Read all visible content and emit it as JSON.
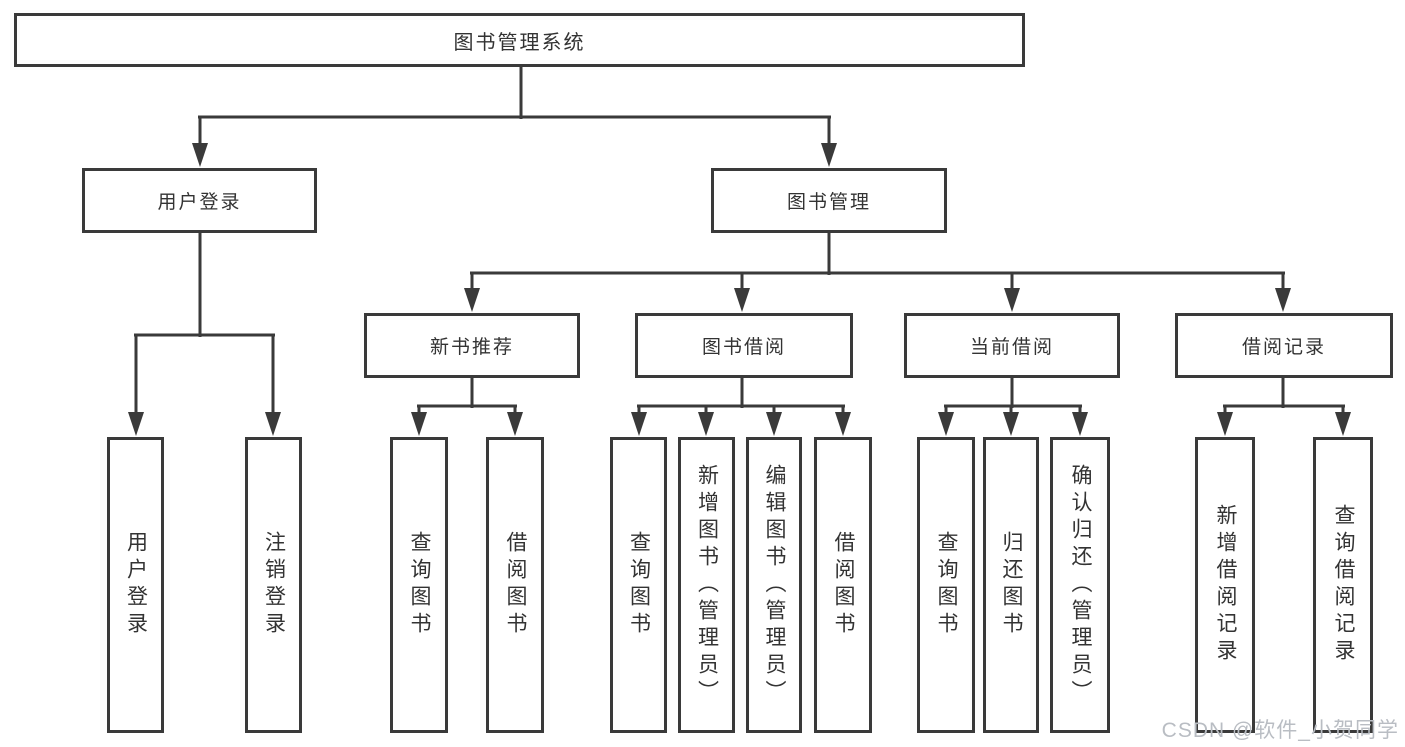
{
  "diagram": {
    "root": {
      "label": "图书管理系统",
      "children": [
        {
          "label": "用户登录",
          "children": [
            {
              "label": "用户登录"
            },
            {
              "label": "注销登录"
            }
          ]
        },
        {
          "label": "图书管理",
          "children": [
            {
              "label": "新书推荐",
              "children": [
                {
                  "label": "查询图书"
                },
                {
                  "label": "借阅图书"
                }
              ]
            },
            {
              "label": "图书借阅",
              "children": [
                {
                  "label": "查询图书"
                },
                {
                  "label": "新增图书（管理员）"
                },
                {
                  "label": "编辑图书（管理员）"
                },
                {
                  "label": "借阅图书"
                }
              ]
            },
            {
              "label": "当前借阅",
              "children": [
                {
                  "label": "查询图书"
                },
                {
                  "label": "归还图书"
                },
                {
                  "label": "确认归还（管理员）"
                }
              ]
            },
            {
              "label": "借阅记录",
              "children": [
                {
                  "label": "新增借阅记录"
                },
                {
                  "label": "查询借阅记录"
                }
              ]
            }
          ]
        }
      ]
    }
  },
  "watermark": {
    "text": "CSDN @软件_小贺同学"
  },
  "colors": {
    "line": "#3a3a3a",
    "text": "#333333",
    "background": "#ffffff",
    "watermark": "#b9bdc3"
  }
}
